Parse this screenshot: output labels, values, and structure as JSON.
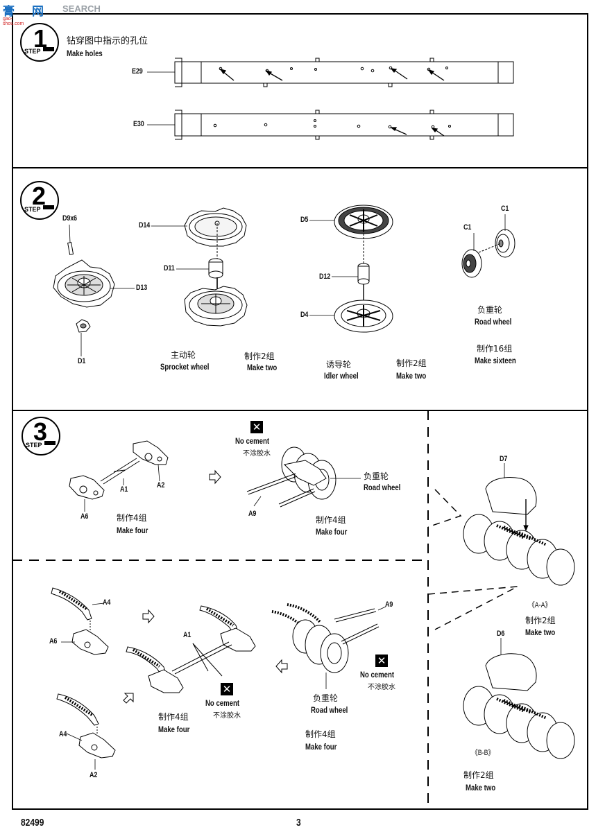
{
  "header": {
    "site_logo_cn": "膏",
    "site_logo_suffix": "网",
    "site_search": "SEARCH",
    "site_url": "gao-shou.com"
  },
  "step1": {
    "number": "1",
    "step_word": "STEP",
    "instruction_cn": "钻穿图中指示的孔位",
    "instruction_en": "Make holes",
    "parts": [
      "E29",
      "E30"
    ]
  },
  "step2": {
    "number": "2",
    "step_word": "STEP",
    "sprocket": {
      "parts": [
        "D9x6",
        "D14",
        "D11",
        "D13",
        "D1"
      ],
      "name_cn": "主动轮",
      "name_en": "Sprocket wheel",
      "qty_cn": "制作2组",
      "qty_en": "Make two"
    },
    "idler": {
      "parts": [
        "D5",
        "D12",
        "D4"
      ],
      "name_cn": "诱导轮",
      "name_en": "Idler wheel",
      "qty_cn": "制作2组",
      "qty_en": "Make two"
    },
    "road_wheel": {
      "parts": [
        "C1",
        "C1"
      ],
      "name_cn": "负重轮",
      "name_en": "Road wheel",
      "qty_cn": "制作16组",
      "qty_en": "Make sixteen"
    }
  },
  "step3": {
    "number": "3",
    "step_word": "STEP",
    "top_left": {
      "parts": [
        "A6",
        "A1",
        "A2"
      ],
      "qty_cn": "制作4组",
      "qty_en": "Make four"
    },
    "top_mid": {
      "nocement_en": "No cement",
      "nocement_cn": "不涂胶水",
      "parts": [
        "A9"
      ],
      "name_cn": "负重轮",
      "name_en": "Road wheel",
      "qty_cn": "制作4组",
      "qty_en": "Make four"
    },
    "bottom_left": {
      "parts": [
        "A4",
        "A6",
        "A1",
        "A4",
        "A2"
      ],
      "nocement_en": "No cement",
      "nocement_cn": "不涂胶水",
      "qty_cn": "制作4组",
      "qty_en": "Make four"
    },
    "bottom_mid": {
      "parts": [
        "A9"
      ],
      "nocement_en": "No cement",
      "nocement_cn": "不涂胶水",
      "name_cn": "负重轮",
      "name_en": "Road wheel",
      "qty_cn": "制作4组",
      "qty_en": "Make four"
    },
    "right_a": {
      "part": "D7",
      "section": "《A-A》",
      "qty_cn": "制作2组",
      "qty_en": "Make two"
    },
    "right_b": {
      "part": "D6",
      "section": "《B-B》",
      "qty_cn": "制作2组",
      "qty_en": "Make two"
    }
  },
  "footer": {
    "code": "82499",
    "page": "3"
  }
}
